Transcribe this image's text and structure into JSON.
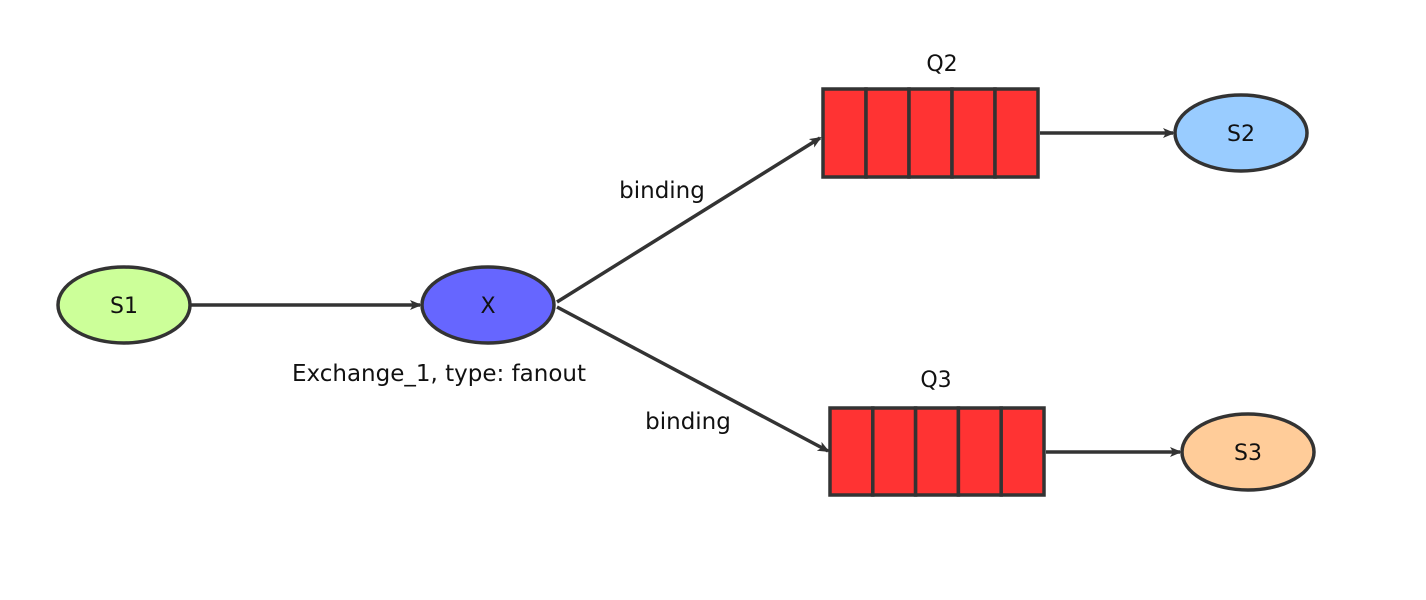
{
  "nodes": {
    "s1": {
      "label": "S1",
      "color": "#ccff99"
    },
    "x": {
      "label": "X",
      "color": "#6666ff"
    },
    "s2": {
      "label": "S2",
      "color": "#99ccff"
    },
    "s3": {
      "label": "S3",
      "color": "#ffcc99"
    }
  },
  "exchange_caption": "Exchange_1, type: fanout",
  "queues": {
    "q2": {
      "label": "Q2",
      "cell_count": 5
    },
    "q3": {
      "label": "Q3",
      "cell_count": 5
    }
  },
  "edges": {
    "x_to_q2": {
      "label": "binding"
    },
    "x_to_q3": {
      "label": "binding"
    }
  },
  "colors": {
    "queue_fill": "#ff3333",
    "stroke": "#333333"
  }
}
